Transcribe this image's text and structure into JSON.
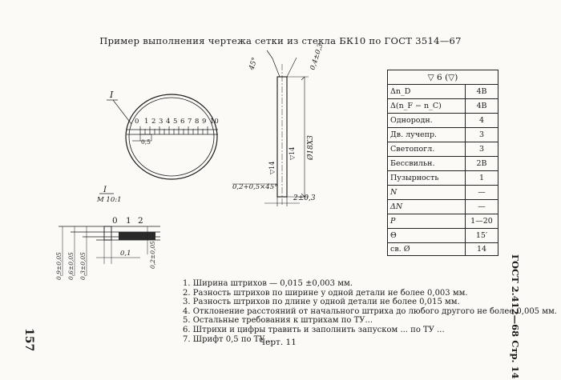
{
  "title": "Пример выполнения чертежа сетки из стекла БК10 по ГОСТ 3514—67",
  "drawing": {
    "view_label": "I",
    "scale_digits": [
      "0",
      "1",
      "2",
      "3",
      "4",
      "5",
      "6",
      "7",
      "8",
      "9",
      "10"
    ],
    "center_dim": "0,5",
    "angle_label": "45°",
    "chamfer_label": "0,4±0,3",
    "diameter_label": "Ø18Х3",
    "tri_label_1": "▽14",
    "tri_label_2": "▽14",
    "bottom_chamfer": "0,2+0,5×45°",
    "thickness": "2±0,3",
    "detail_label": "I",
    "detail_scale": "M 10:1",
    "detail_numbers": [
      "0",
      "1",
      "2"
    ],
    "detail_width": "0,1",
    "detail_vdims": [
      "0,9±0,05",
      "0,6±0,05",
      "0,3±0,05"
    ],
    "detail_rdim": "0,2±0,05"
  },
  "table": {
    "header": "▽ 6 (▽)",
    "rows": [
      {
        "label": "Δn_D",
        "value": "4B"
      },
      {
        "label": "Δ(n_F − n_C)",
        "value": "4B"
      },
      {
        "label": "Однородн.",
        "value": "4"
      },
      {
        "label": "Дв. лучепр.",
        "value": "3"
      },
      {
        "label": "Светопогл.",
        "value": "3"
      },
      {
        "label": "Бессвильн.",
        "value": "2B"
      },
      {
        "label": "Пузырность",
        "value": "1"
      },
      {
        "label": "N",
        "value": "—"
      },
      {
        "label": "ΔN",
        "value": "—"
      },
      {
        "label": "P",
        "value": "1—20"
      },
      {
        "label": "Θ",
        "value": "15′"
      }
    ],
    "last_label": "св. Ø",
    "last_value": "14"
  },
  "notes": [
    "1. Ширина штрихов — 0,015 ±0,003 мм.",
    "2. Разность штрихов по ширине у одной детали не более 0,003 мм.",
    "3. Разность штрихов по длине у одной детали не более 0,015 мм.",
    "4. Отклонение расстояний от начального штриха до любого другого не более 0,005 мм.",
    "5. Остальные требования к штрихам по ТУ...",
    "6. Штрихи и цифры травить и заполнить запуском ... по ТУ ...",
    "7. Шрифт 0,5 по ТУ..."
  ],
  "figure_label": "Черт. 11",
  "page_number": "157",
  "gost_label": "ГОСТ 2.412—68 Стр. 14"
}
